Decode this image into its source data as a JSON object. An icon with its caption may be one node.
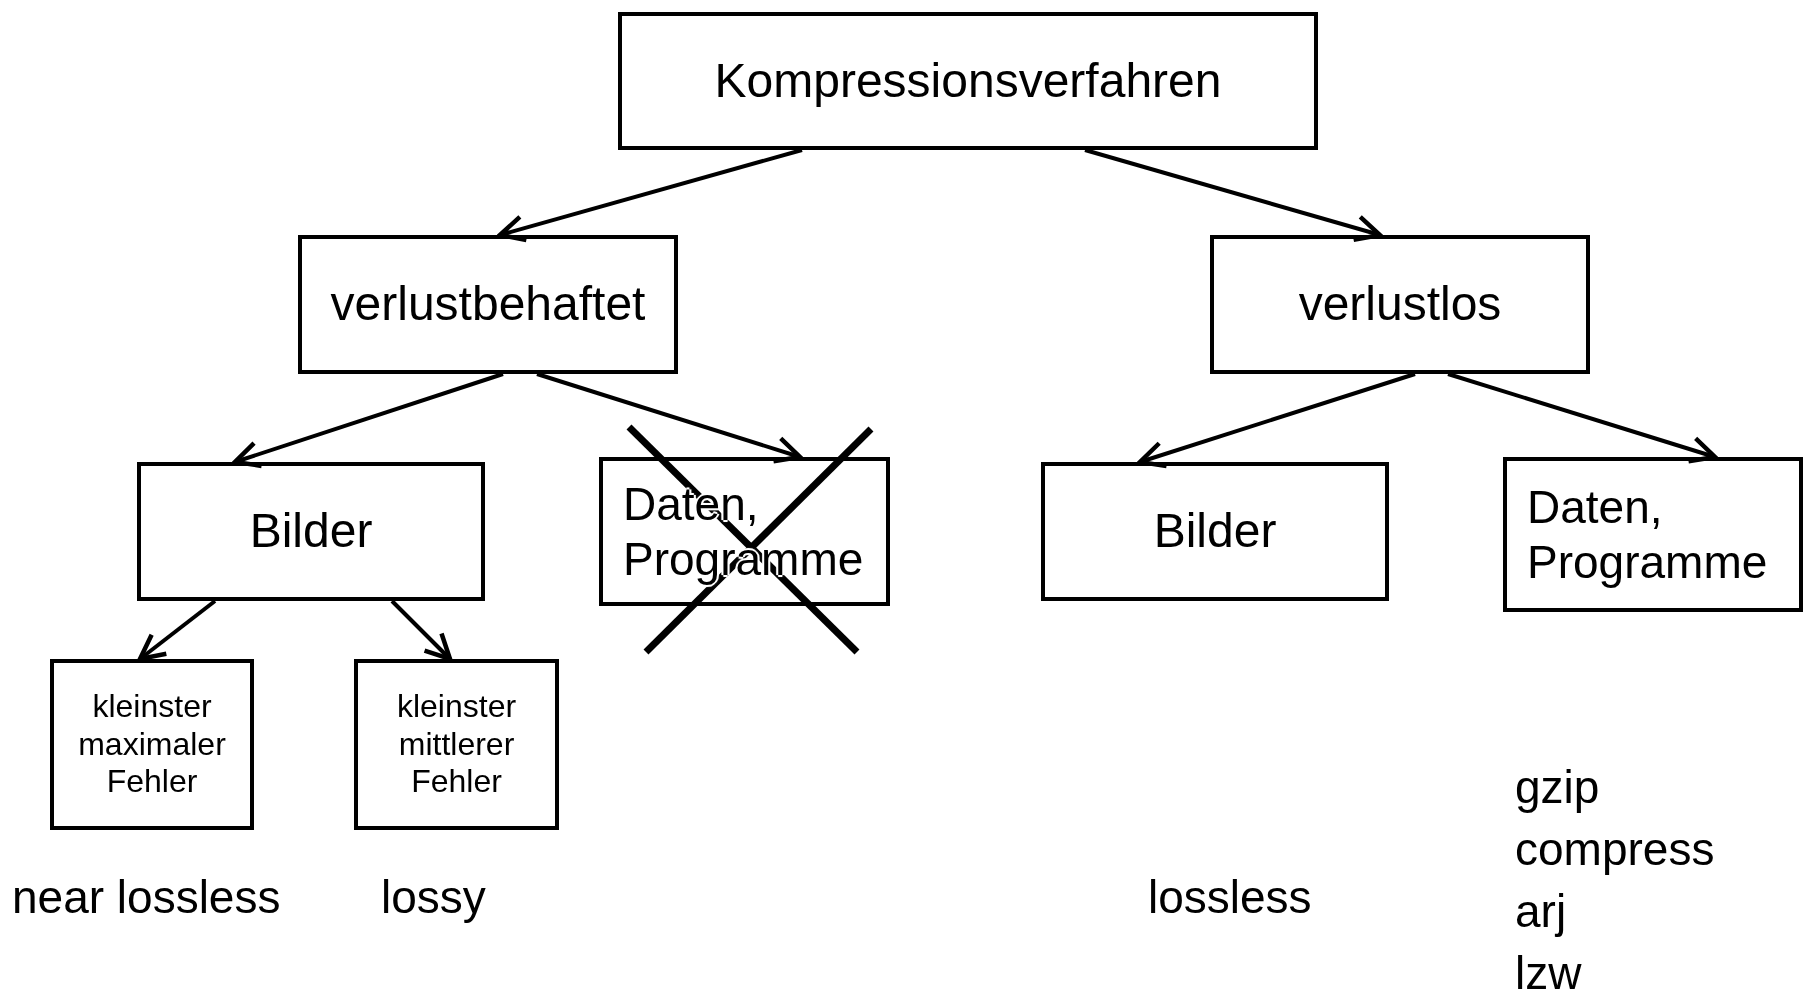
{
  "diagram": {
    "nodes": [
      {
        "text": [
          "Kompressionsverfahren"
        ]
      },
      {
        "text": [
          "verlustbehaftet"
        ]
      },
      {
        "text": [
          "verlustlos"
        ]
      },
      {
        "text": [
          "Bilder"
        ]
      },
      {
        "text": [
          "Daten, Programme"
        ]
      },
      {
        "text": [
          "Bilder"
        ]
      },
      {
        "text": [
          "Daten, Programme"
        ]
      },
      {
        "text": [
          "kleinster maximaler Fehler"
        ]
      },
      {
        "text": [
          "kleinster mittlerer Fehler"
        ]
      }
    ],
    "edges": [
      {
        "from": 0,
        "to": 1,
        "arrow": "to"
      },
      {
        "from": 0,
        "to": 2,
        "arrow": "to"
      },
      {
        "from": 1,
        "to": 3,
        "arrow": "to"
      },
      {
        "from": 1,
        "to": 4,
        "arrow": "to"
      },
      {
        "from": 2,
        "to": 5,
        "arrow": "to"
      },
      {
        "from": 2,
        "to": 6,
        "arrow": "to"
      },
      {
        "from": 3,
        "to": 7,
        "arrow": "to"
      },
      {
        "from": 3,
        "to": 8,
        "arrow": "to"
      }
    ],
    "labels": [
      "near lossless",
      "lossy",
      "lossless",
      "gzip",
      "compress",
      "arj",
      "lzw"
    ]
  }
}
